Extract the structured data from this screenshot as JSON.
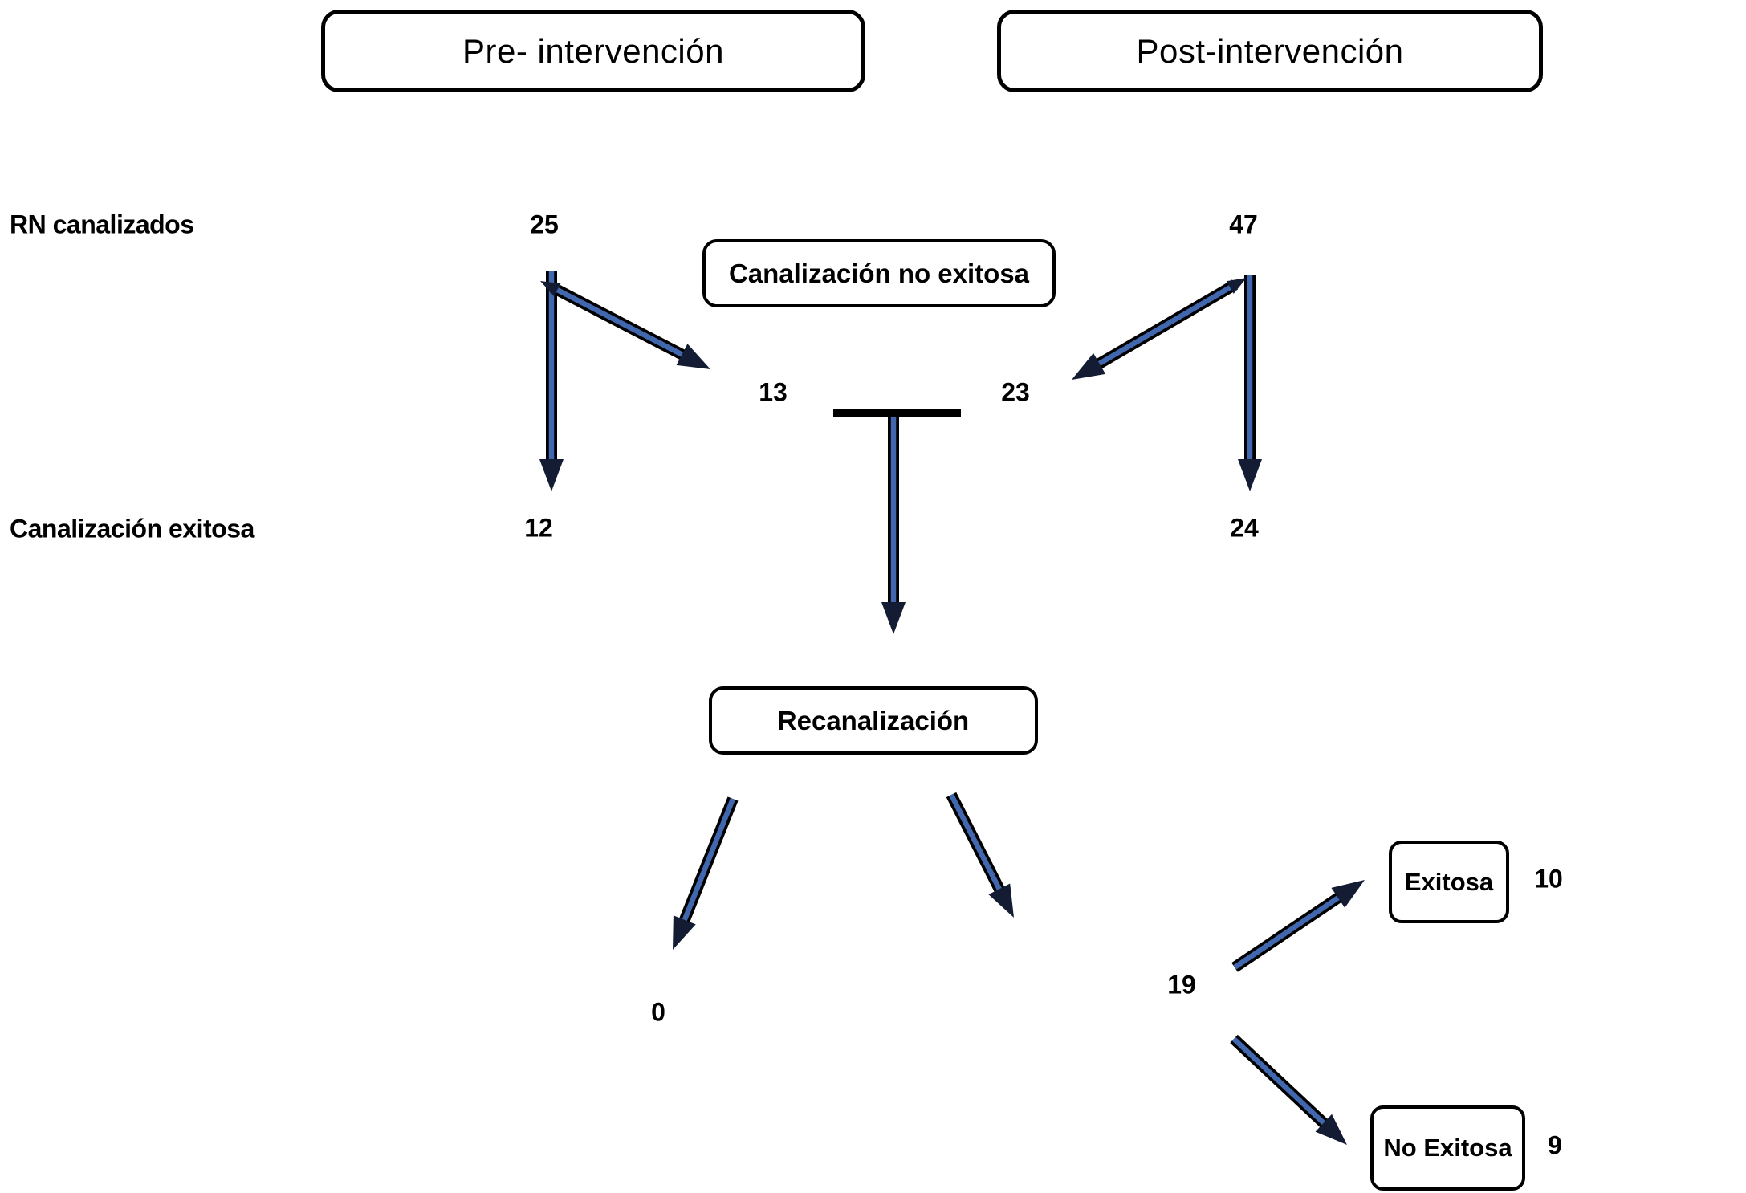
{
  "columns": {
    "pre_label": "Pre- intervención",
    "post_label": "Post-intervención"
  },
  "rows": {
    "canalizados_label": "RN canalizados",
    "exitosa_label": "Canalización exitosa"
  },
  "nodes": {
    "no_exitosa_box": "Canalización no exitosa",
    "recanalizacion_box": "Recanalización",
    "exitosa_box": "Exitosa",
    "no_exitosa_result_box": "No Exitosa"
  },
  "values": {
    "pre_canalizados": "25",
    "post_canalizados": "47",
    "pre_no_exitosa": "13",
    "post_no_exitosa": "23",
    "pre_exitosa": "12",
    "post_exitosa": "24",
    "recan_fail": "0",
    "recan_n": "19",
    "recan_exitosa": "10",
    "recan_no_exitosa": "9"
  },
  "colors": {
    "arrow_fill": "#4168ae",
    "arrow_outline": "#000000",
    "arrow_head": "#131c33",
    "connector_bar": "#000000",
    "box_border": "#000000",
    "text": "#000000",
    "background": "#ffffff"
  }
}
